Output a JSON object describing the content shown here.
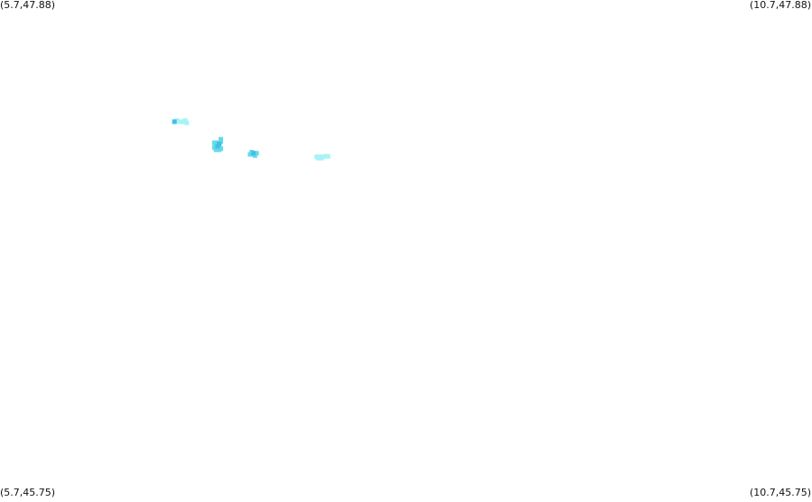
{
  "corners": {
    "top_left": "(5.7,47.88)",
    "top_right": "(10.7,47.88)",
    "bottom_left": "(5.7,45.75)",
    "bottom_right": "(10.7,45.75)"
  },
  "extent": {
    "lon_min": 5.7,
    "lon_max": 10.7,
    "lat_min": 45.75,
    "lat_max": 47.88
  },
  "colors": {
    "background": "#ffffff",
    "light_water": "#a8f4f4",
    "medium_water": "#66d9e8",
    "deep_water": "#3fc2e6"
  },
  "water_bodies": [
    {
      "color": "light_water",
      "cells": [
        [
          6.78,
          47.36
        ],
        [
          6.81,
          47.36
        ],
        [
          6.83,
          47.36
        ],
        [
          6.85,
          47.355
        ],
        [
          6.79,
          47.365
        ],
        [
          6.84,
          47.365
        ]
      ]
    },
    {
      "color": "deep_water",
      "cells": [
        [
          6.774,
          47.36
        ]
      ]
    },
    {
      "color": "medium_water",
      "cells": [
        [
          7.02,
          47.27
        ],
        [
          7.04,
          47.27
        ],
        [
          7.05,
          47.27
        ],
        [
          7.03,
          47.26
        ],
        [
          7.05,
          47.26
        ],
        [
          7.02,
          47.25
        ],
        [
          7.04,
          47.25
        ],
        [
          7.05,
          47.24
        ],
        [
          7.03,
          47.24
        ],
        [
          7.06,
          47.285
        ],
        [
          7.06,
          47.275
        ],
        [
          7.06,
          47.245
        ]
      ]
    },
    {
      "color": "deep_water",
      "cells": [
        [
          7.04,
          47.255
        ],
        [
          7.05,
          47.265
        ]
      ]
    },
    {
      "color": "medium_water",
      "cells": [
        [
          7.24,
          47.22
        ],
        [
          7.26,
          47.22
        ],
        [
          7.25,
          47.23
        ],
        [
          7.28,
          47.225
        ],
        [
          7.27,
          47.215
        ]
      ]
    },
    {
      "color": "deep_water",
      "cells": [
        [
          7.26,
          47.225
        ]
      ]
    },
    {
      "color": "light_water",
      "cells": [
        [
          7.65,
          47.21
        ],
        [
          7.67,
          47.21
        ],
        [
          7.69,
          47.21
        ],
        [
          7.71,
          47.212
        ],
        [
          7.72,
          47.212
        ],
        [
          7.66,
          47.204
        ],
        [
          7.68,
          47.204
        ]
      ]
    }
  ]
}
